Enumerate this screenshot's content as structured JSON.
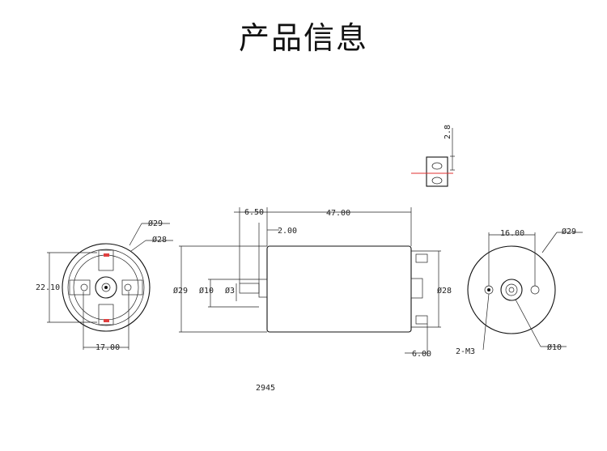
{
  "title": "产品信息",
  "model": "2945",
  "dims": {
    "d29_left": "Ø29",
    "d28_left": "Ø28",
    "h22_10": "22.10",
    "w17_00": "17.00",
    "d29_side": "Ø29",
    "d10_side": "Ø10",
    "d3_side": "Ø3",
    "d28_side": "Ø28",
    "l6_50": "6.50",
    "l47_00": "47.00",
    "l2_00": "2.00",
    "l6_00": "6.00",
    "top_2_8": "2.8",
    "w16_00": "16.00",
    "d29_right": "Ø29",
    "m3_right": "2-M3",
    "d10_right": "Ø10"
  },
  "colors": {
    "line": "#111111",
    "accent": "#e03030",
    "accent2": "#3050e0"
  }
}
